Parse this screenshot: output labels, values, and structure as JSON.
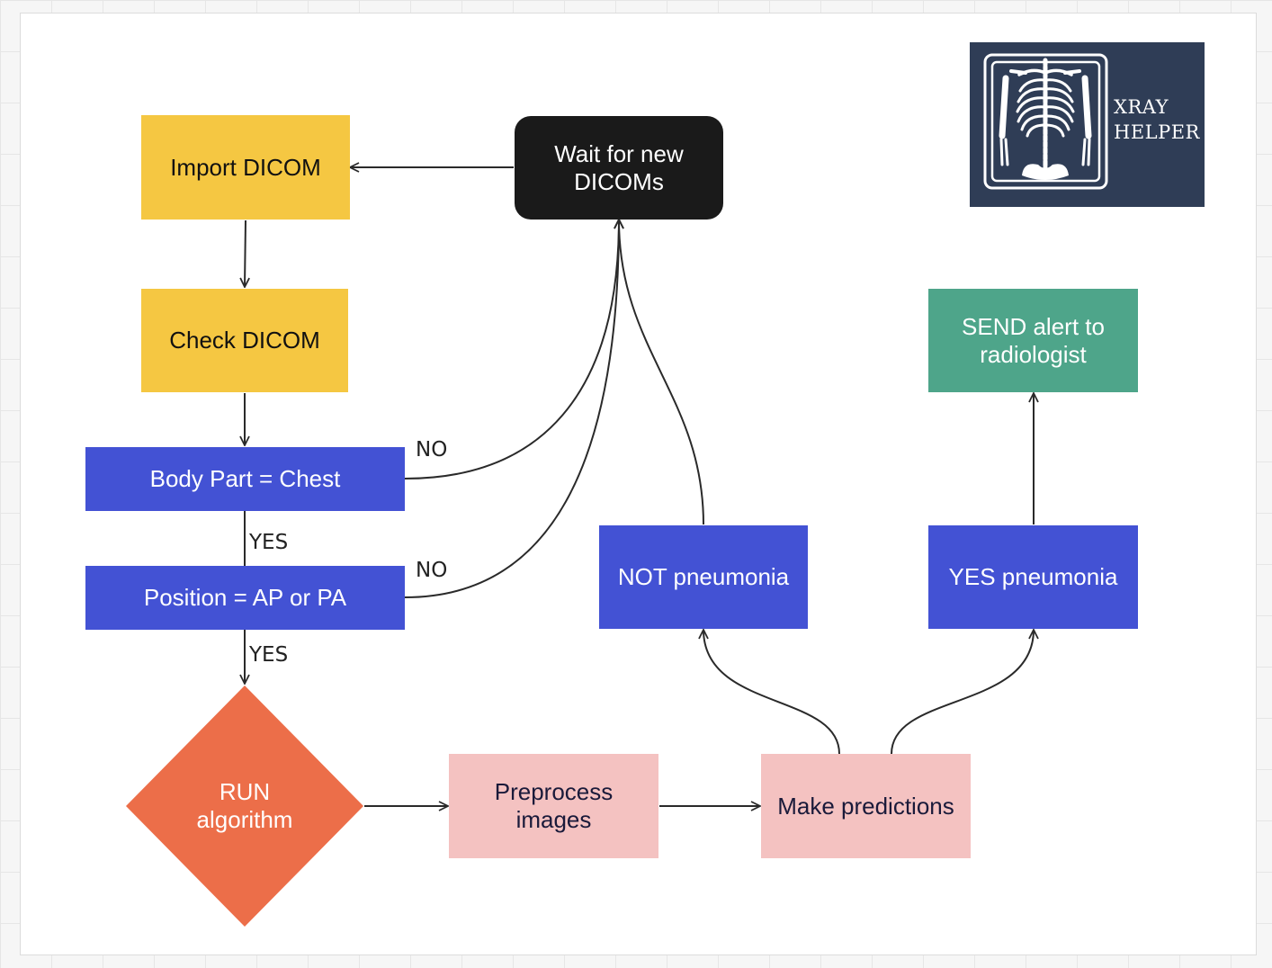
{
  "nodes": {
    "wait": "Wait for new\nDICOMs",
    "import": "Import DICOM",
    "check": "Check DICOM",
    "body_part": "Body Part = Chest",
    "position": "Position = AP or PA",
    "run": "RUN\nalgorithm",
    "preprocess": "Preprocess\nimages",
    "predict": "Make predictions",
    "not_pneumonia": "NOT pneumonia",
    "yes_pneumonia": "YES pneumonia",
    "send_alert": "SEND alert to\nradiologist"
  },
  "edge_labels": {
    "body_no": "NO",
    "body_yes": "YES",
    "position_no": "NO",
    "position_yes": "YES"
  },
  "logo": {
    "line1": "XRAY",
    "line2": "HELPER"
  },
  "colors": {
    "start": "#1a1a1a",
    "input": "#f5c742",
    "decision": "#4352d4",
    "process": "#f4c2c1",
    "run": "#ec6e49",
    "alert": "#4ea58a",
    "logo_bg": "#2f3d56"
  }
}
